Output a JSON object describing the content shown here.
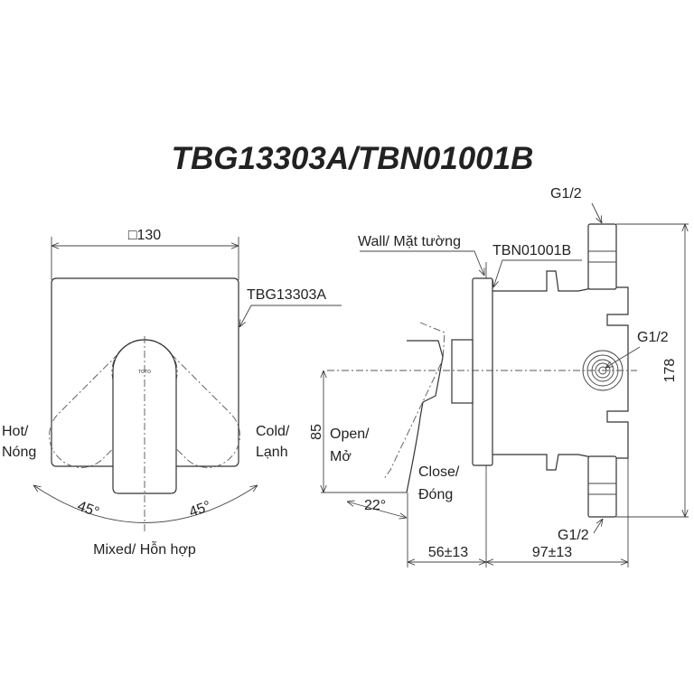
{
  "title": "TBG13303A/TBN01001B",
  "front_view": {
    "width_dimension": "□130",
    "model_label": "TBG13303A",
    "hot_label": [
      "Hot/",
      "Nóng"
    ],
    "cold_label": [
      "Cold/",
      "Lạnh"
    ],
    "left_angle": "45°",
    "right_angle": "45°",
    "mixed_label": "Mixed/ Hỗn hợp"
  },
  "side_view": {
    "wall_label": "Wall/ Mặt tường",
    "body_model_label": "TBN01001B",
    "top_port_label": "G1/2",
    "side_port_label": "G1/2",
    "bottom_port_label": "G1/2",
    "height_dimension": "178",
    "lever_height_dimension": "85",
    "open_label": [
      "Open/",
      "Mở"
    ],
    "close_label": [
      "Close/",
      "Đóng"
    ],
    "lever_angle": "22°",
    "front_depth_dimension": "56±13",
    "rear_depth_dimension": "97±13"
  }
}
